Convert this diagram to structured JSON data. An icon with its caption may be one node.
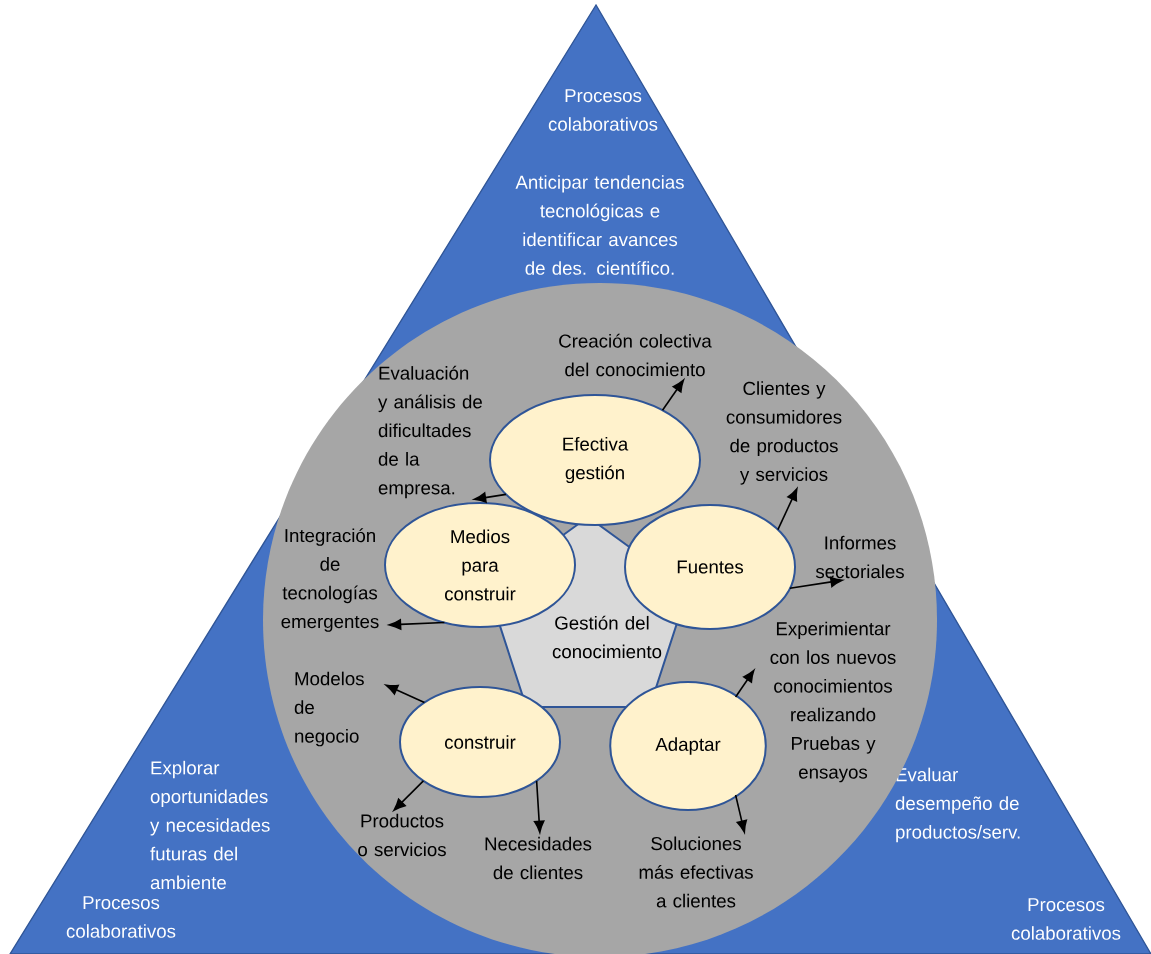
{
  "diagram": {
    "nodes": [
      {
        "text": [
          "Procesos colaborativos",
          "Anticipar tendencias tecnológicas e identificar avances de des. científico.",
          "Explorar oportunidades y necesidades futuras del ambiente",
          "Procesos colaborativos",
          "Evaluar desempeño de productos/serv.",
          "Procesos colaborativos"
        ]
      },
      {
        "text": [],
        "shape": "circle",
        "in": 0
      },
      {
        "text": [
          "Gestión del conocimiento"
        ],
        "in": 1
      },
      {
        "text": [
          "Efectiva gestión"
        ],
        "in": 1
      },
      {
        "text": [
          "Medios para construir"
        ],
        "in": 1
      },
      {
        "text": [
          "Fuentes"
        ],
        "in": 1
      },
      {
        "text": [
          "construir"
        ],
        "in": 1
      },
      {
        "text": [
          "Adaptar"
        ],
        "in": 1
      },
      {
        "text": [
          "Creación colectiva del conocimiento"
        ],
        "in": 1
      },
      {
        "text": [
          "Evaluación y análisis de dificultades de la empresa."
        ],
        "in": 1
      },
      {
        "text": [
          "Clientes y consumidores de productos y servicios"
        ],
        "in": 1
      },
      {
        "text": [
          "Informes sectoriales"
        ],
        "in": 1
      },
      {
        "text": [
          "Integración de tecnologías emergentes"
        ],
        "in": 1
      },
      {
        "text": [
          "Modelos de negocio"
        ],
        "in": 1
      },
      {
        "text": [
          "Productos o servicios"
        ],
        "in": 1
      },
      {
        "text": [
          "Necesidades de clientes"
        ],
        "in": 1
      },
      {
        "text": [
          "Experimientar con los nuevos conocimientos realizando Pruebas y ensayos"
        ],
        "in": 1
      },
      {
        "text": [
          "Soluciones más efectivas a clientes"
        ],
        "in": 1
      }
    ],
    "edges": [
      {
        "from": 3,
        "to": 8,
        "arrow": "to"
      },
      {
        "from": 3,
        "to": 9,
        "arrow": "to"
      },
      {
        "from": 5,
        "to": 10,
        "arrow": "to"
      },
      {
        "from": 5,
        "to": 11,
        "arrow": "to"
      },
      {
        "from": 4,
        "to": 12,
        "arrow": "to"
      },
      {
        "from": 6,
        "to": 13,
        "arrow": "to"
      },
      {
        "from": 6,
        "to": 14,
        "arrow": "to"
      },
      {
        "from": 6,
        "to": 15,
        "arrow": "to"
      },
      {
        "from": 7,
        "to": 16,
        "arrow": "to"
      },
      {
        "from": 7,
        "to": 17,
        "arrow": "to"
      }
    ]
  }
}
